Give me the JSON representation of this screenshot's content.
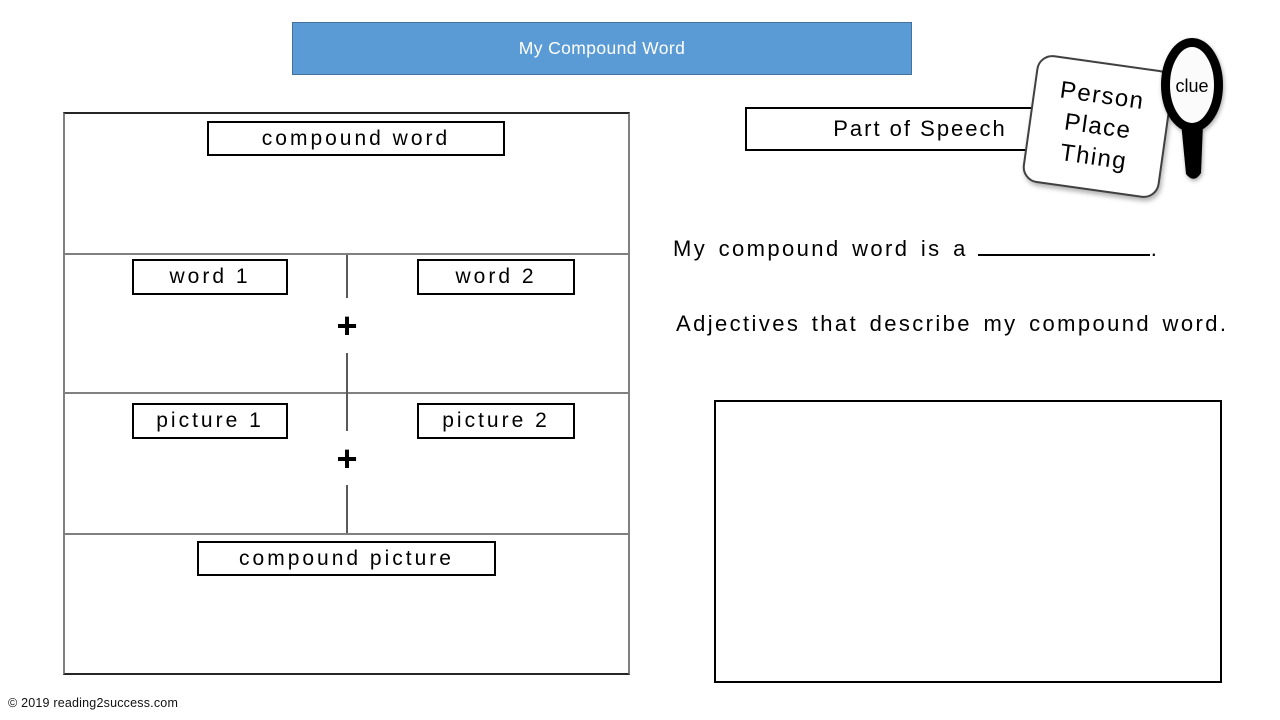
{
  "title_bar": {
    "text": "My Compound Word",
    "bg_color": "#5B9BD5",
    "border_color": "#41719C"
  },
  "organizer": {
    "compound_word_label": "compound word",
    "word1_label": "word 1",
    "word2_label": "word 2",
    "picture1_label": "picture 1",
    "picture2_label": "picture 2",
    "compound_picture_label": "compound picture",
    "plus_symbol": "+",
    "grid_color": "#808080"
  },
  "right_panel": {
    "part_of_speech_label": "Part of Speech",
    "noun_card": {
      "lines": [
        "Person",
        "Place",
        "Thing"
      ]
    },
    "clue_magnifier": {
      "label": "clue"
    },
    "sentence_prefix": "My compound word is a",
    "sentence_suffix": ".",
    "adjectives_prompt": "Adjectives that describe my compound word."
  },
  "footer": {
    "copyright": "© 2019 reading2success.com"
  }
}
